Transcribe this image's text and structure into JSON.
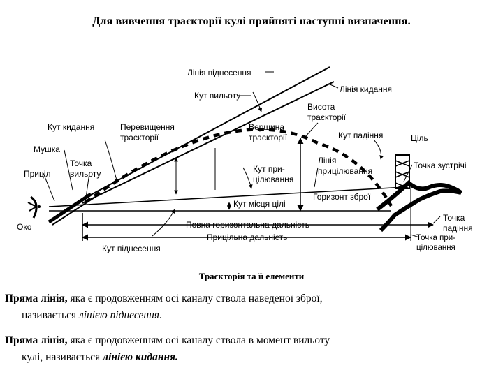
{
  "page_title": "Для вивчення траєкторії кулі прийняті наступні визначення.",
  "caption": "Траєкторія та її елементи",
  "labels": {
    "line_elevation": "Лінія піднесення",
    "line_firing": "Лінія кидання",
    "angle_departure": "Кут вильоту",
    "height_l1": "Висота",
    "height_l2": "траєкторії",
    "angle_firing": "Кут кидання",
    "excess_l1": "Перевищення",
    "excess_l2": "траєкторії",
    "summit_l1": "Вершина",
    "summit_l2": "траєкторії",
    "angle_fall": "Кут падіння",
    "target": "Ціль",
    "muzzle": "Мушка",
    "departure_l1": "Точка",
    "departure_l2": "вильоту",
    "sight": "Приціл",
    "sight_line_l1": "Лінія",
    "sight_line_l2": "прицілювання",
    "aim_angle_l1": "Кут при-",
    "aim_angle_l2": "цілювання",
    "meeting_point": "Точка зустрічі",
    "horizon": "Горизонт зброї",
    "target_angle": "Кут місця цілі",
    "eye": "Око",
    "fall_point_l1": "Точка",
    "fall_point_l2": "падіння",
    "full_range": "Повна горизонтальна дальність",
    "aim_range": "Прицільна дальність",
    "angle_elevation": "Кут піднесення",
    "aim_point_l1": "Точка при-",
    "aim_point_l2": "цілювання"
  },
  "para1": {
    "bold_start": "Пряма лінія,",
    "text": " яка є продовженням осі каналу ствола наведеної зброї,",
    "text2": "називається ",
    "italic_term": "лінією піднесення",
    "end": "."
  },
  "para2": {
    "bold_start": "Пряма лінія,",
    "text": " яка є продовженням осі каналу ствола в момент вильоту",
    "text2": "кулі, називається ",
    "italic_term": "лінією кидання."
  }
}
